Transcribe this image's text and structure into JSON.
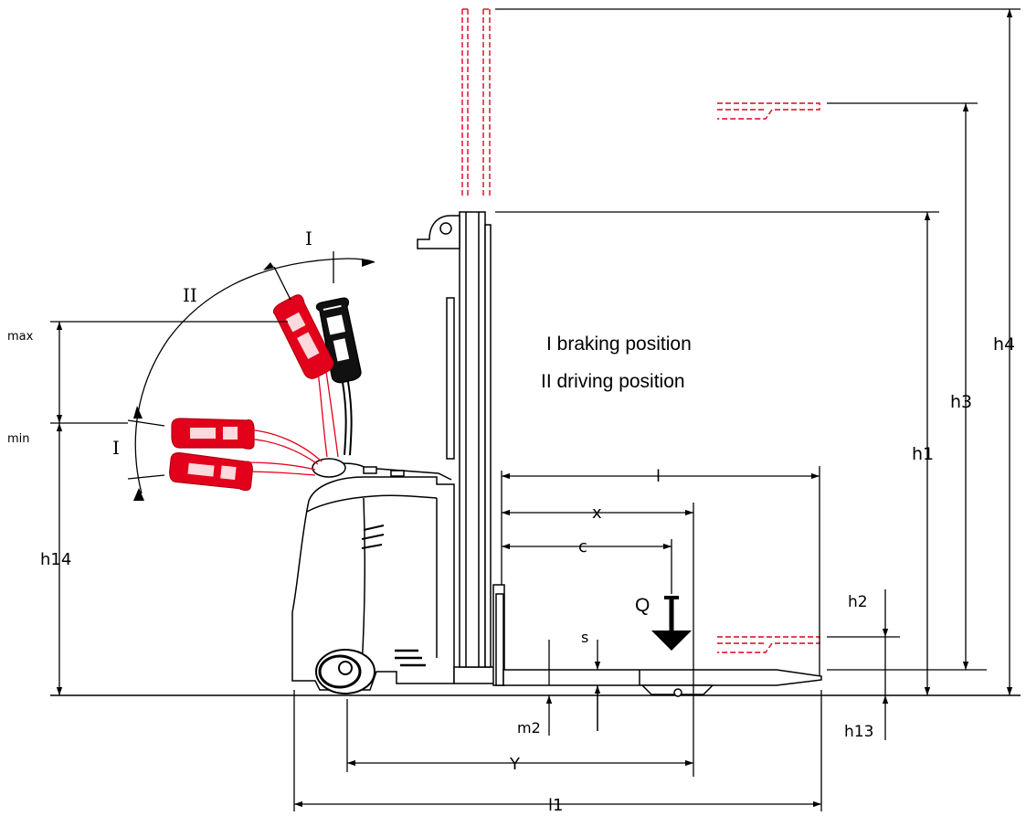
{
  "diagram": {
    "legend": {
      "line1": "I  braking position",
      "line2": "II  driving position"
    },
    "labels": {
      "roman_I_top": "I",
      "roman_II": "II",
      "roman_I_bottom": "I",
      "max": "max",
      "min": "min",
      "h14": "h14",
      "h1": "h1",
      "h3": "h3",
      "h4": "h4",
      "h2": "h2",
      "h13": "h13",
      "l": "l",
      "x": "x",
      "c": "c",
      "Q": "Q",
      "s": "s",
      "m2": "m2",
      "Y": "Y",
      "l1": "l1"
    },
    "colors": {
      "line": "#000000",
      "accent_red": "#e3001b"
    }
  }
}
